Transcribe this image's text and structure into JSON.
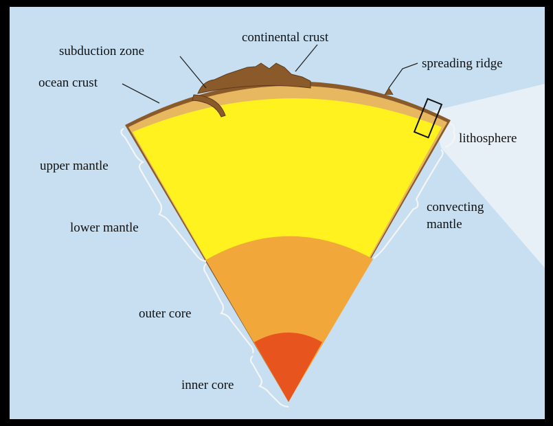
{
  "labels": {
    "continental_crust": "continental crust",
    "subduction_zone": "subduction zone",
    "ocean_crust": "ocean crust",
    "spreading_ridge": "spreading ridge",
    "upper_mantle": "upper mantle",
    "lower_mantle": "lower mantle",
    "lithosphere": "lithosphere",
    "convecting_mantle_line1": "convecting",
    "convecting_mantle_line2": "mantle",
    "outer_core": "outer core",
    "inner_core": "inner core"
  },
  "colors": {
    "background": "#c7dff0",
    "crust": "#8a5a2b",
    "lithosphere": "#e8b860",
    "mantle": "#fff21e",
    "outer_core": "#f2a73a",
    "inner_core": "#e8541e",
    "light_beam": "#e6f0f6"
  }
}
